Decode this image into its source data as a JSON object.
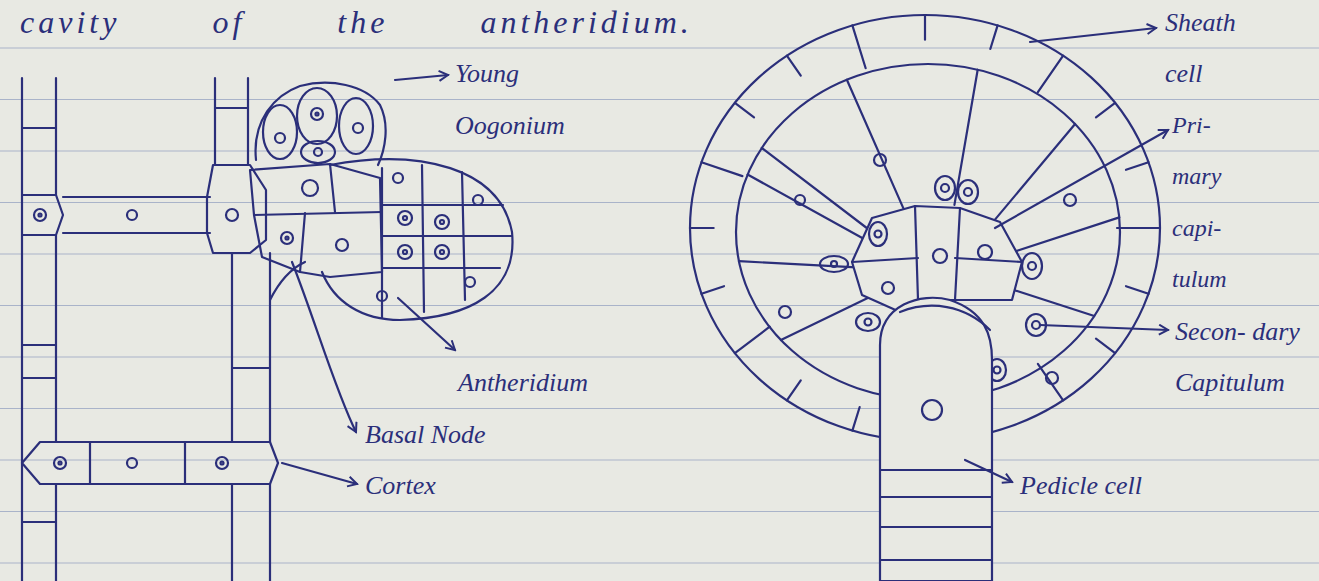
{
  "diagram": {
    "labels": [
      "cavity of the antheridium.",
      "Young Oogonium",
      "Antheridium",
      "Basal Node",
      "Cortex",
      "Sheath cell",
      "Pri- mary capi- tulum",
      "Secon- dary Capitulum",
      "Pedicle cell"
    ]
  }
}
